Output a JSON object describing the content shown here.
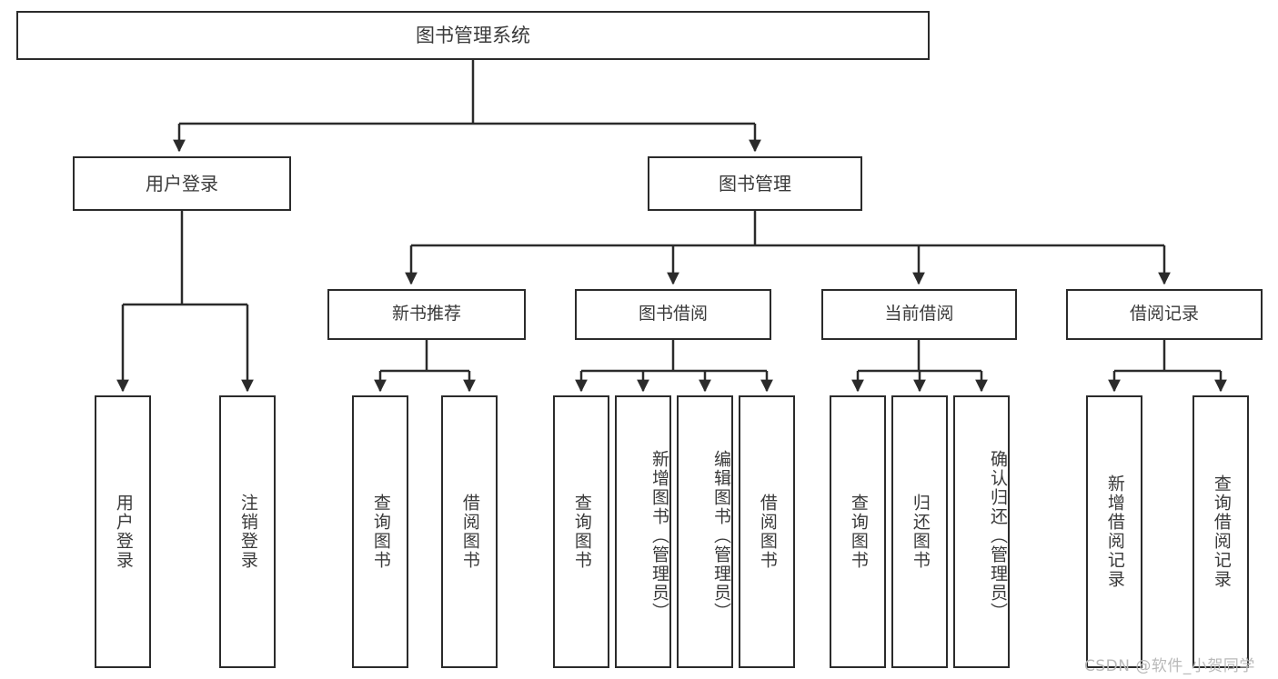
{
  "diagram": {
    "title": "图书管理系统",
    "type": "hierarchy-tree",
    "nodes": {
      "root": {
        "label": "图书管理系统"
      },
      "user_login": {
        "label": "用户登录"
      },
      "book_manage": {
        "label": "图书管理"
      },
      "new_book_recommend": {
        "label": "新书推荐"
      },
      "book_borrow": {
        "label": "图书借阅"
      },
      "current_borrow": {
        "label": "当前借阅"
      },
      "borrow_record": {
        "label": "借阅记录"
      },
      "leaf_user_login": {
        "label": "用户登录"
      },
      "leaf_logout_login": {
        "label": "注销登录"
      },
      "leaf_query_book_1": {
        "label": "查询图书"
      },
      "leaf_borrow_book_1": {
        "label": "借阅图书"
      },
      "leaf_query_book_2": {
        "label": "查询图书"
      },
      "leaf_add_book_admin": {
        "label": "新增图书（管理员）"
      },
      "leaf_edit_book_admin": {
        "label": "编辑图书（管理员）"
      },
      "leaf_borrow_book_2": {
        "label": "借阅图书"
      },
      "leaf_query_book_3": {
        "label": "查询图书"
      },
      "leaf_return_book": {
        "label": "归还图书"
      },
      "leaf_confirm_return_admin": {
        "label": "确认归还（管理员）"
      },
      "leaf_add_borrow_record": {
        "label": "新增借阅记录"
      },
      "leaf_query_borrow_record": {
        "label": "查询借阅记录"
      }
    }
  },
  "watermark": {
    "text": "CSDN @软件_小贺同学"
  },
  "colors": {
    "line": "#2b2b2b",
    "box_border": "#2b2b2b",
    "text": "#3a3a3a",
    "background": "#ffffff",
    "watermark": "#b9b9b9"
  }
}
